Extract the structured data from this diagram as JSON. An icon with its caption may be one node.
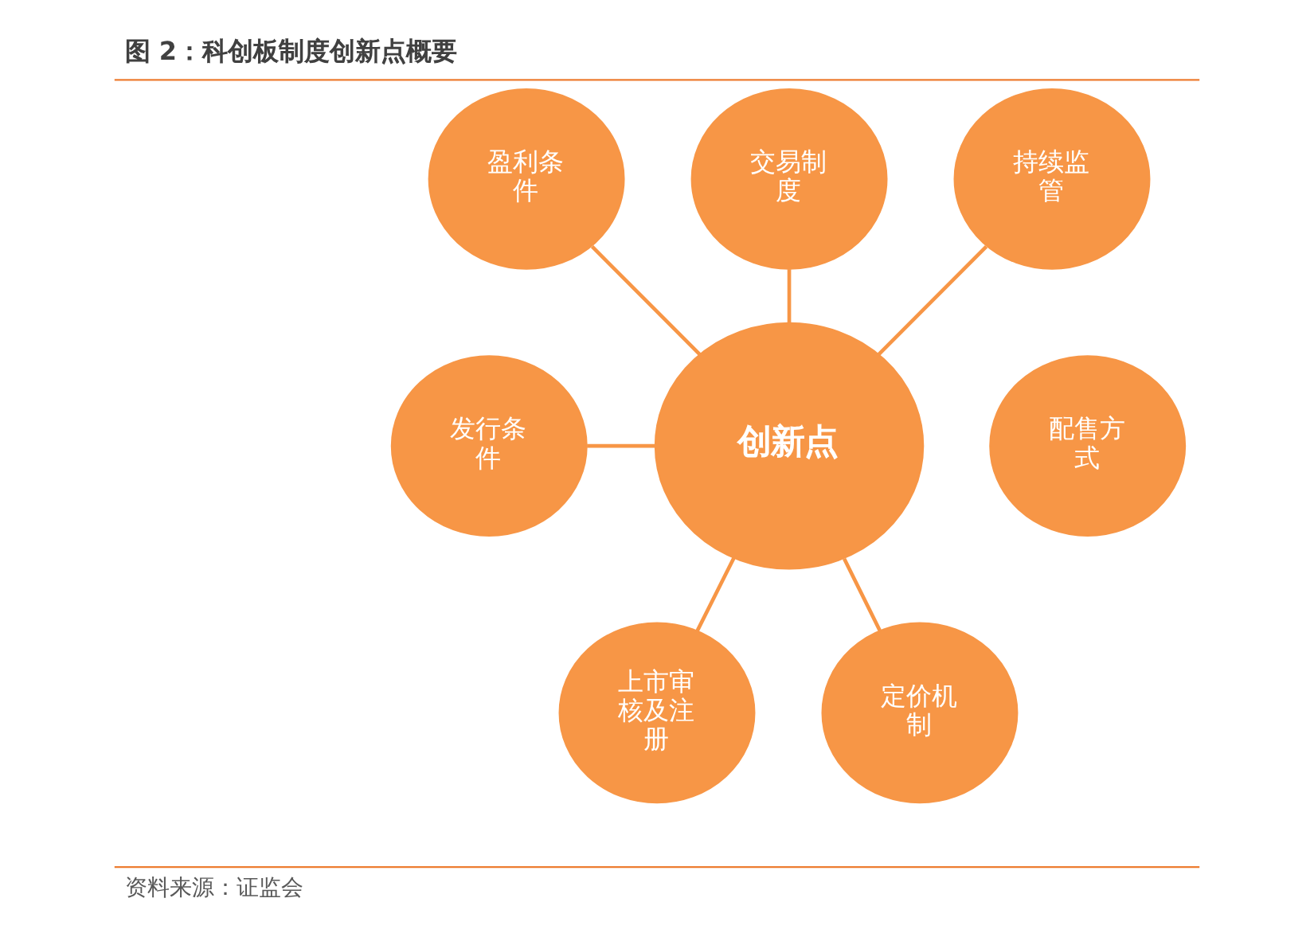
{
  "diagram": {
    "title": "图 2：科创板制度创新点概要",
    "caption": "资料来源：证监会",
    "nodes": [
      {
        "text": [
          "交易制度"
        ]
      },
      {
        "text": [
          "盈利条件"
        ]
      },
      {
        "text": [
          "持续监管"
        ]
      },
      {
        "text": [
          "创新点"
        ]
      },
      {
        "text": [
          "发行条件"
        ]
      },
      {
        "text": [
          "配售方式"
        ]
      },
      {
        "text": [
          "上市审核及注册"
        ]
      },
      {
        "text": [
          "定价机制"
        ]
      }
    ],
    "edges": [
      {
        "from": 1,
        "to": 3,
        "arrow": "none"
      },
      {
        "from": 0,
        "to": 3,
        "arrow": "none"
      },
      {
        "from": 2,
        "to": 3,
        "arrow": "none"
      },
      {
        "from": 4,
        "to": 3,
        "arrow": "none"
      },
      {
        "from": 3,
        "to": 6,
        "arrow": "none"
      },
      {
        "from": 3,
        "to": 7,
        "arrow": "none"
      }
    ]
  }
}
